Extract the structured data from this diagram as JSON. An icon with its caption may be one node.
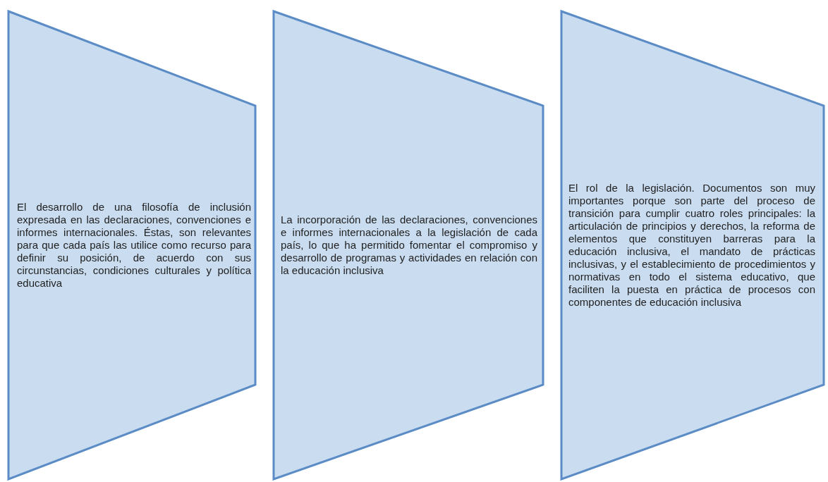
{
  "diagram": {
    "nodes": [
      {
        "text": [
          "El desarrollo de una filosofía de inclusión expresada en las declaraciones, convenciones e informes internacionales. Éstas, son relevantes para que cada país las utilice como recurso para definir su posición, de acuerdo con sus circunstancias, condiciones culturales y política educativa"
        ]
      },
      {
        "text": [
          "La incorporación de las declaraciones, convenciones e informes internacionales a la legislación de cada país, lo que ha permitido fomentar el compromiso y desarrollo de programas y actividades en relación con la educación inclusiva"
        ]
      },
      {
        "text": [
          "El rol de la legislación. Documentos son muy importantes porque son parte del proceso de transición para cumplir cuatro roles principales: la articulación de principios y derechos, la reforma de elementos que constituyen barreras para la educación inclusiva, el mandato de prácticas inclusivas, y el establecimiento de procedimientos y normativas en todo el sistema educativo, que faciliten la puesta en práctica de procesos con componentes de educación inclusiva"
        ]
      }
    ]
  }
}
